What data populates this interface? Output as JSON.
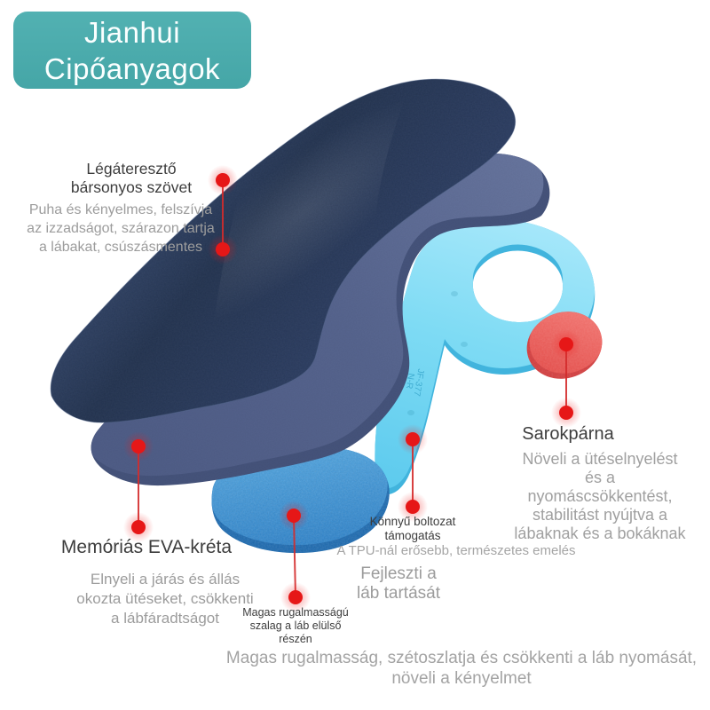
{
  "brand_badge": {
    "line1": "Jianhui",
    "line2": "Cipőanyagok"
  },
  "labels": {
    "fabric": {
      "heading": "Légáteresztő\nbársonyos szövet",
      "body": "Puha és kényelmes, felszívja\naz izzadságot, szárazon tartja\na lábakat, csúszásmentes"
    },
    "eva": {
      "heading": "Memóriás EVA-kréta",
      "body": "Elnyeli a járás és állás\nokozta ütéseket, csökkenti\na lábfáradtságot"
    },
    "heel_pad": {
      "heading": "Sarokpárna",
      "body": "Növeli a ütéselnyelést\nés a\nnyomáscsökkentést,\nstabilitást nyújtva a\nlábaknak és a bokáknak"
    },
    "arch": {
      "heading": "Könnyű boltozat\ntámogatás",
      "tagline": "A TPU-nál erősebb, természetes emelés",
      "body": "Fejleszti a\nláb tartását"
    },
    "front_band": {
      "heading": "Magas rugalmasságú\nszalag a láb elülső\nrészén"
    },
    "footer": {
      "text": "Magas rugalmasság, szétoszlatja és csökkenti a láb nyomását,\nnöveli a kényelmet"
    }
  },
  "product": {
    "tpu_marking": "JF-377\nN-R"
  },
  "colors": {
    "badge_teal": "#4aacad",
    "insole_navy": "#2a3c60",
    "eva_blue_gray": "#57658f",
    "tpu_cyan": "#7edbf4",
    "band_blue": "#3e98de",
    "heel_red": "#ec5a55",
    "marker_red": "#e61717",
    "heading_text": "#3d3d3d",
    "body_text": "#9c9c9c"
  }
}
